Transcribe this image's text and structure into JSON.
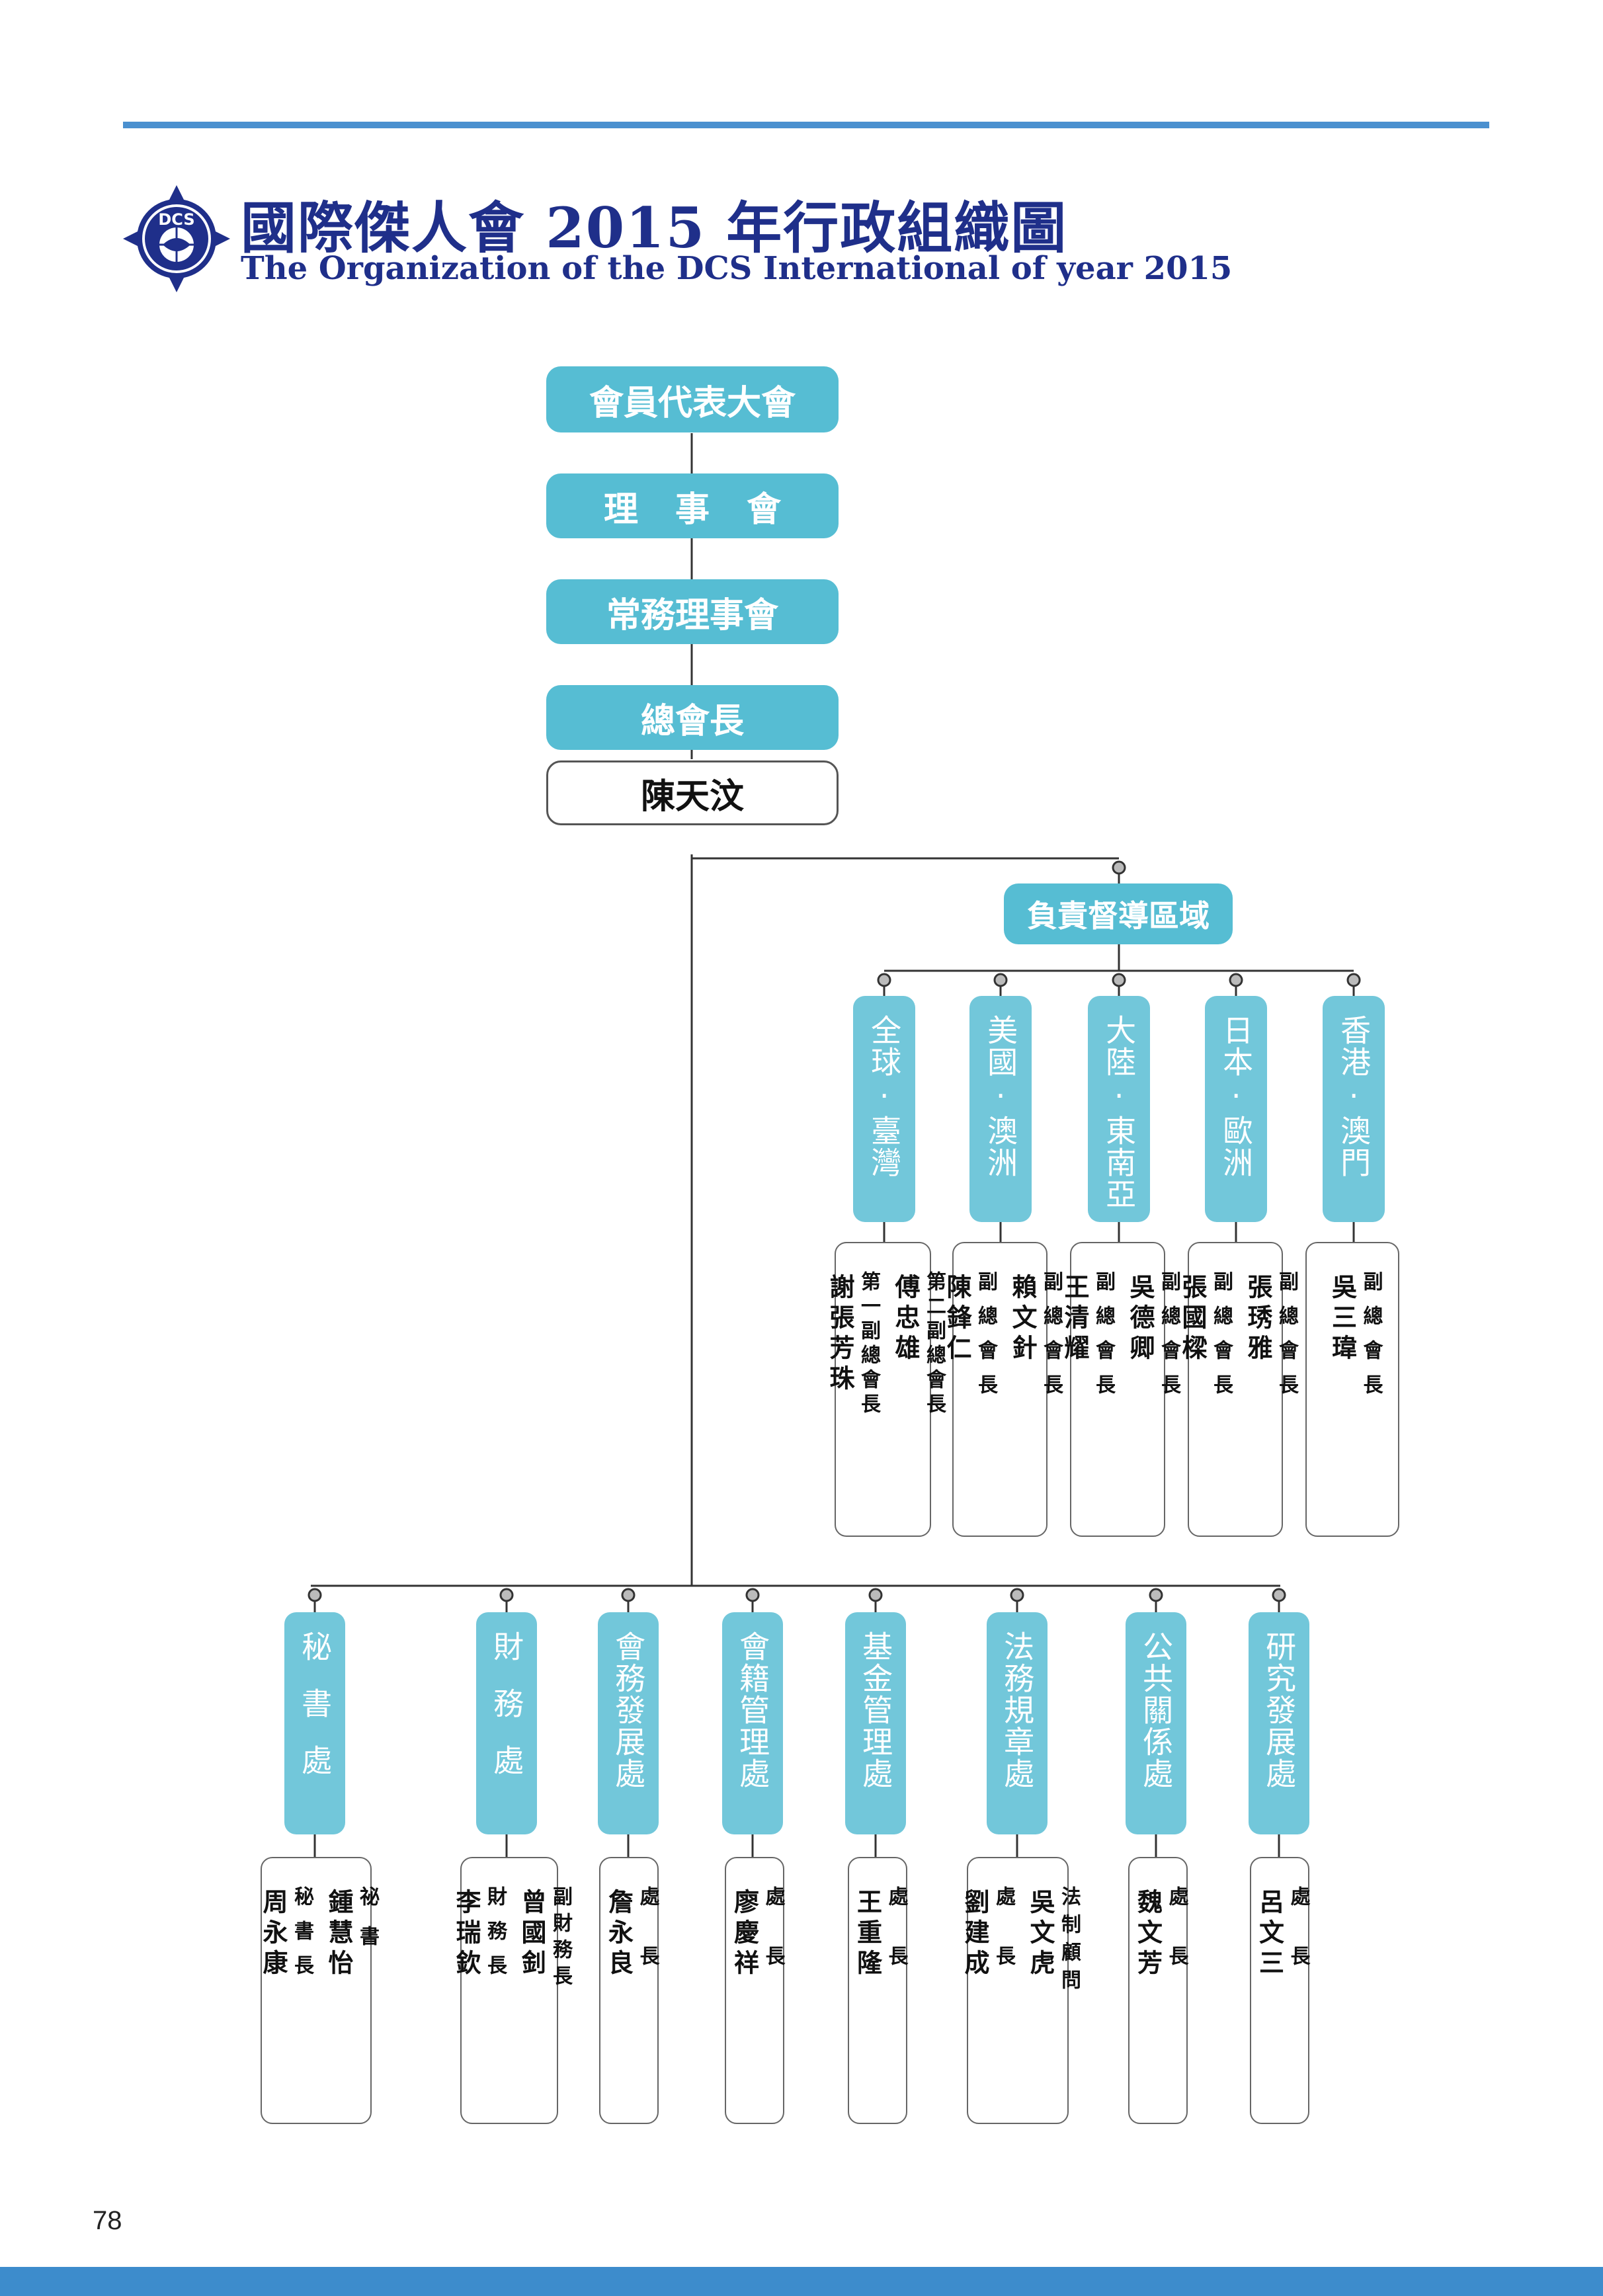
{
  "header": {
    "title_zh": "國際傑人會 2015 年行政組織圖",
    "title_en": "The Organization of the DCS International of year 2015",
    "logo_text": "DCS"
  },
  "colors": {
    "accent": "#56bdd3",
    "accent_light": "#72c7da",
    "title": "#1f2f8a",
    "rule": "#4a90cf"
  },
  "hierarchy": {
    "assembly": "會員代表大會",
    "board": "理事會",
    "standing_board": "常務理事會",
    "president_title": "總會長",
    "president_name": "陳天汶"
  },
  "regions": {
    "label": "負責督導區域",
    "items": [
      {
        "name": "全球·臺灣",
        "officers": [
          {
            "title": "第二副總會長",
            "name": "傅忠雄"
          },
          {
            "title": "第一副總會長",
            "name": "謝張芳珠"
          }
        ]
      },
      {
        "name": "美國·澳洲",
        "officers": [
          {
            "title": "副總會長",
            "name": "賴文針"
          },
          {
            "title": "副總會長",
            "name": "陳鋒仁"
          }
        ]
      },
      {
        "name": "大陸·東南亞",
        "officers": [
          {
            "title": "副總會長",
            "name": "吳德卿"
          },
          {
            "title": "副總會長",
            "name": "王清耀"
          }
        ]
      },
      {
        "name": "日本·歐洲",
        "officers": [
          {
            "title": "副總會長",
            "name": "張琇雅"
          },
          {
            "title": "副總會長",
            "name": "張國樑"
          }
        ]
      },
      {
        "name": "香港·澳門",
        "officers": [
          {
            "title": "副總會長",
            "name": "吳三瑋"
          }
        ]
      }
    ]
  },
  "departments": [
    {
      "name": "秘書處",
      "officers": [
        {
          "title": "祕書",
          "name": "鍾慧怡"
        },
        {
          "title": "秘書長",
          "name": "周永康"
        }
      ]
    },
    {
      "name": "財務處",
      "officers": [
        {
          "title": "副財務長",
          "name": "曾國釗"
        },
        {
          "title": "財務長",
          "name": "李瑞欽"
        }
      ]
    },
    {
      "name": "會務發展處",
      "officers": [
        {
          "title": "處長",
          "name": "詹永良"
        }
      ]
    },
    {
      "name": "會籍管理處",
      "officers": [
        {
          "title": "處長",
          "name": "廖慶祥"
        }
      ]
    },
    {
      "name": "基金管理處",
      "officers": [
        {
          "title": "處長",
          "name": "王重隆"
        }
      ]
    },
    {
      "name": "法務規章處",
      "officers": [
        {
          "title": "法制顧問",
          "name": "吳文虎"
        },
        {
          "title": "處長",
          "name": "劉建成"
        }
      ]
    },
    {
      "name": "公共關係處",
      "officers": [
        {
          "title": "處長",
          "name": "魏文芳"
        }
      ]
    },
    {
      "name": "研究發展處",
      "officers": [
        {
          "title": "處長",
          "name": "呂文三"
        }
      ]
    }
  ],
  "page_number": "78"
}
